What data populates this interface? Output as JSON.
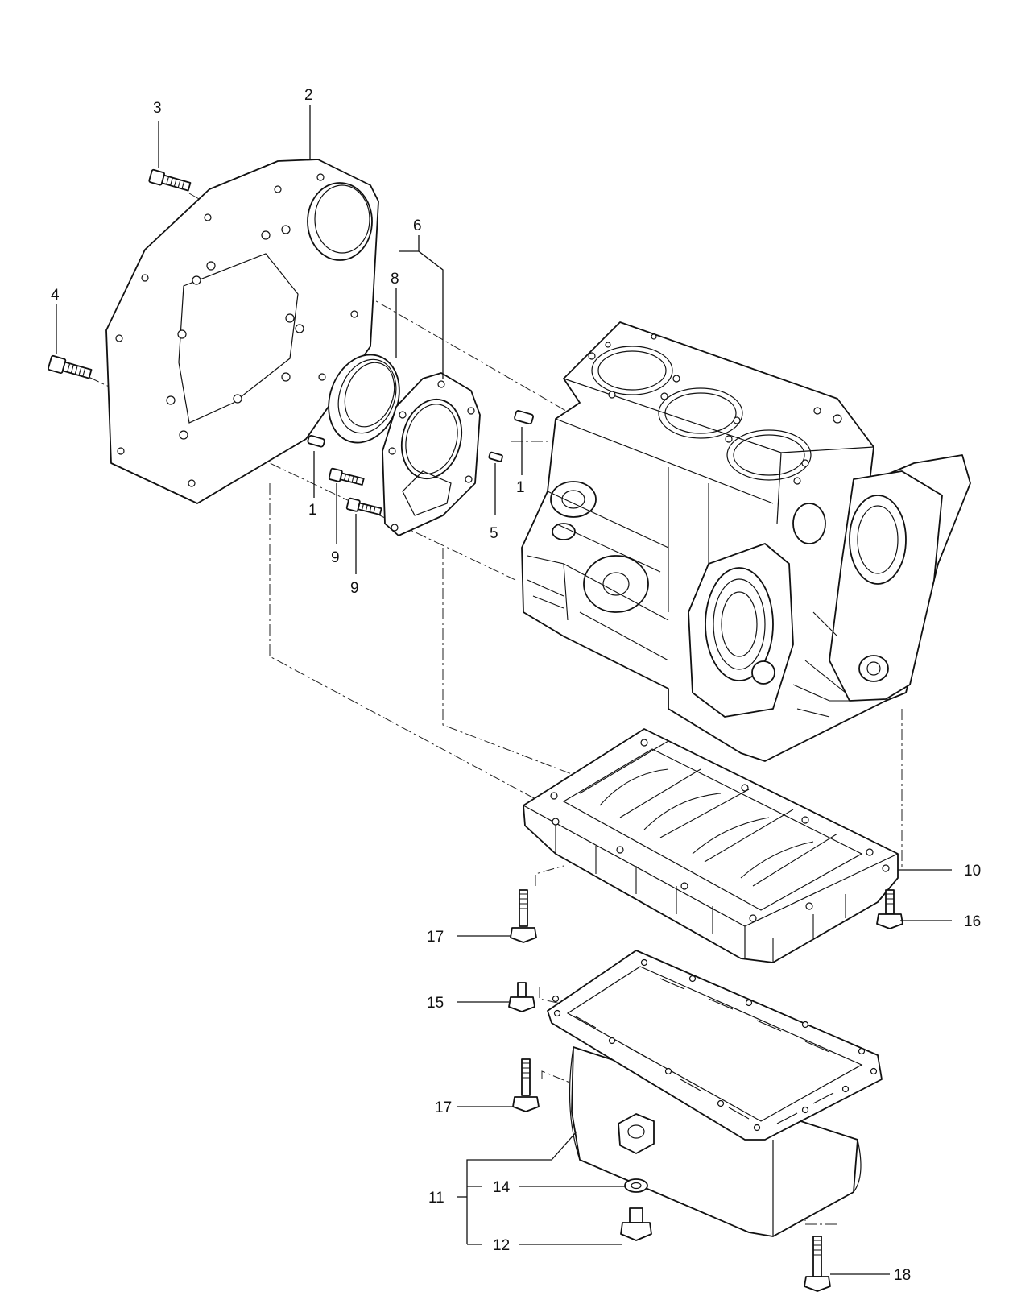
{
  "callouts": [
    {
      "id": "c1a",
      "label": "1"
    },
    {
      "id": "c1b",
      "label": "1"
    },
    {
      "id": "c2",
      "label": "2"
    },
    {
      "id": "c3",
      "label": "3"
    },
    {
      "id": "c4",
      "label": "4"
    },
    {
      "id": "c5",
      "label": "5"
    },
    {
      "id": "c6",
      "label": "6"
    },
    {
      "id": "c8",
      "label": "8"
    },
    {
      "id": "c9a",
      "label": "9"
    },
    {
      "id": "c9b",
      "label": "9"
    },
    {
      "id": "c10",
      "label": "10"
    },
    {
      "id": "c11",
      "label": "11"
    },
    {
      "id": "c12",
      "label": "12"
    },
    {
      "id": "c14",
      "label": "14"
    },
    {
      "id": "c15",
      "label": "15"
    },
    {
      "id": "c16",
      "label": "16"
    },
    {
      "id": "c17a",
      "label": "17"
    },
    {
      "id": "c17b",
      "label": "17"
    },
    {
      "id": "c18",
      "label": "18"
    }
  ]
}
